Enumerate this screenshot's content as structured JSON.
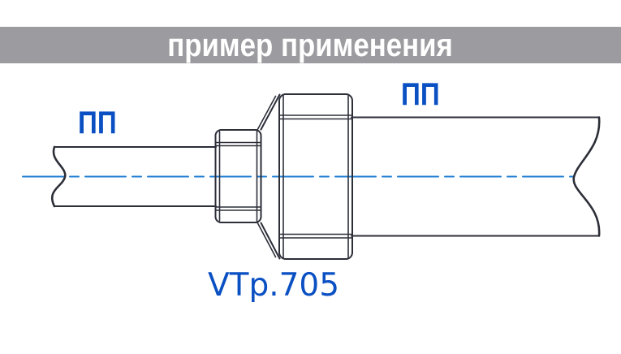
{
  "header": {
    "title": "пример применения",
    "bg_color": "#9c9ca0",
    "text_color": "#ffffff"
  },
  "diagram": {
    "labels": {
      "left_pipe": "ПП",
      "right_pipe": "ПП",
      "fitting_model": "VTp.705"
    },
    "elements": [
      "left-pipe-with-break-line",
      "reducing-coupling-small-socket",
      "conical-transition",
      "reducing-coupling-large-body",
      "right-pipe-with-break-line",
      "dash-dot-centerline-axis"
    ],
    "colors": {
      "line": "#2c2e38",
      "centerline": "#1e7cd2",
      "label": "#0a50c3",
      "background": "#ffffff"
    }
  }
}
